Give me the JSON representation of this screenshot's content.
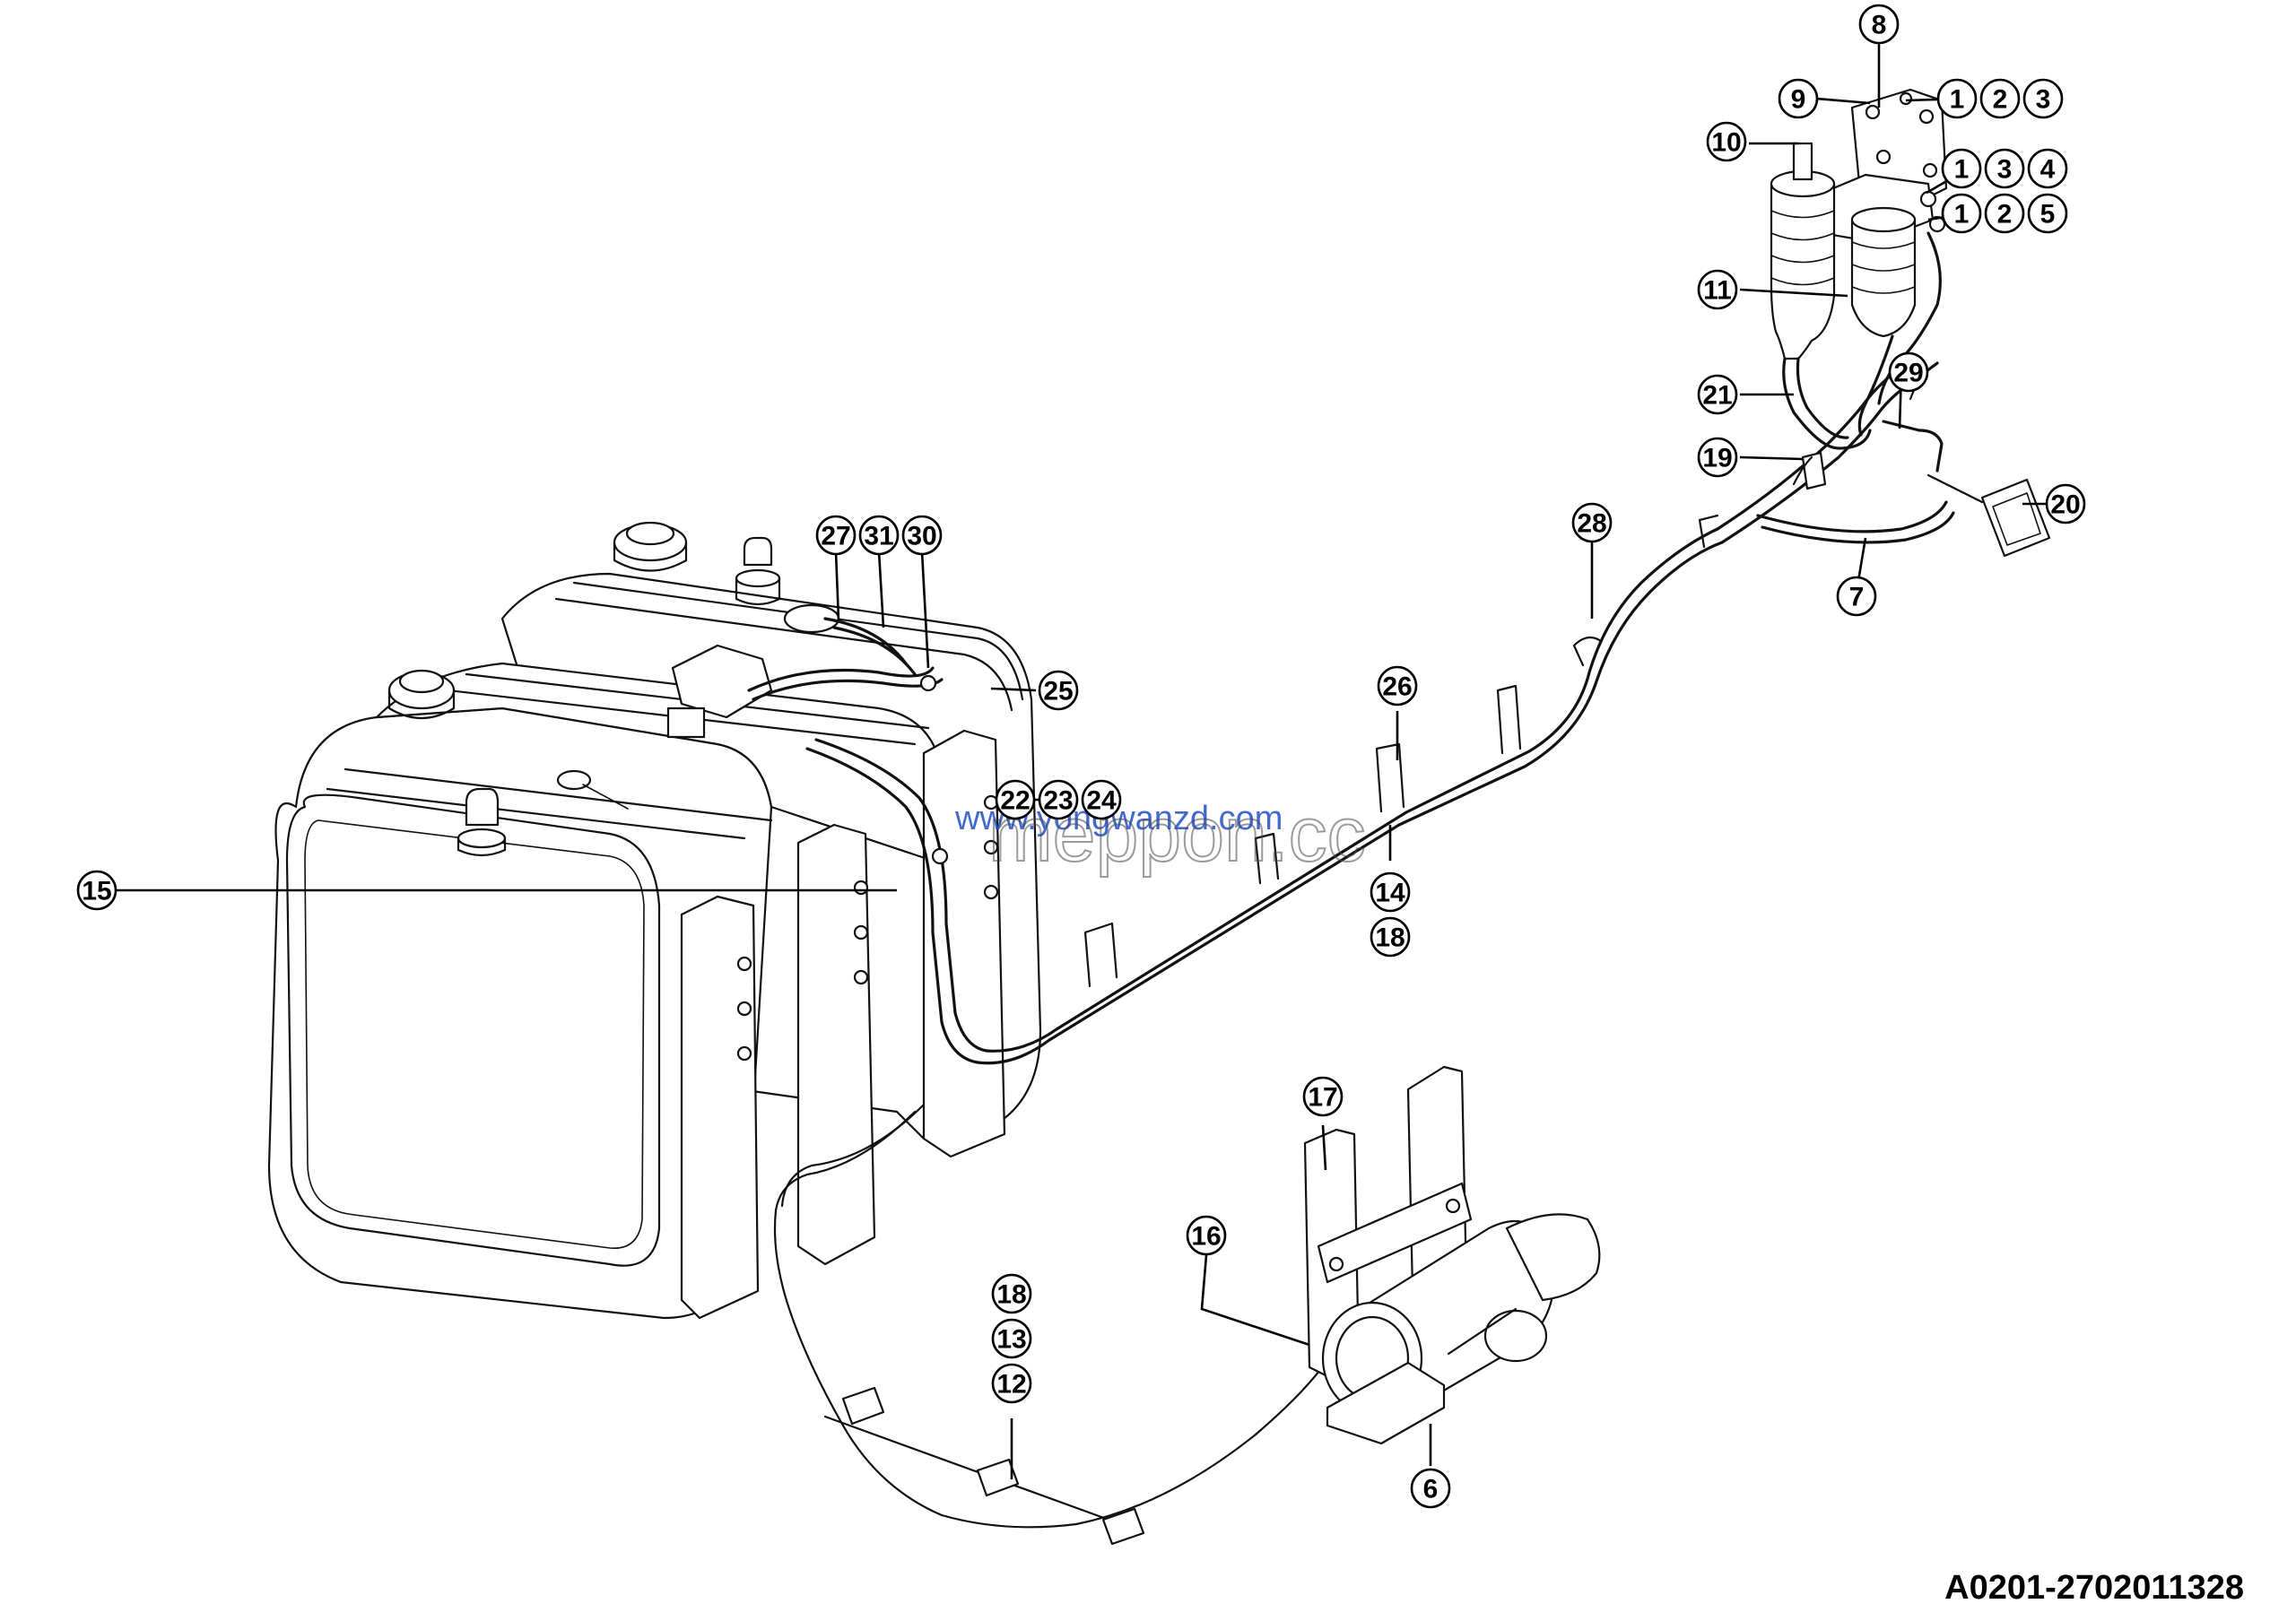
{
  "drawing_id": "A0201-2702011328",
  "watermarks": [
    "www.yongwanzd.com",
    "meppon.cc"
  ],
  "callouts": [
    {
      "id": "c8",
      "labels": [
        "8"
      ]
    },
    {
      "id": "c9",
      "labels": [
        "9"
      ]
    },
    {
      "id": "c10",
      "labels": [
        "10"
      ]
    },
    {
      "id": "c123",
      "labels": [
        "1",
        "2",
        "3"
      ]
    },
    {
      "id": "c134",
      "labels": [
        "1",
        "3",
        "4"
      ]
    },
    {
      "id": "c125",
      "labels": [
        "1",
        "2",
        "5"
      ]
    },
    {
      "id": "c11",
      "labels": [
        "11"
      ]
    },
    {
      "id": "c21",
      "labels": [
        "21"
      ]
    },
    {
      "id": "c29",
      "labels": [
        "29"
      ]
    },
    {
      "id": "c19",
      "labels": [
        "19"
      ]
    },
    {
      "id": "c20",
      "labels": [
        "20"
      ]
    },
    {
      "id": "c28",
      "labels": [
        "28"
      ]
    },
    {
      "id": "c7",
      "labels": [
        "7"
      ]
    },
    {
      "id": "c27",
      "labels": [
        "27"
      ]
    },
    {
      "id": "c31",
      "labels": [
        "31"
      ]
    },
    {
      "id": "c30",
      "labels": [
        "30"
      ]
    },
    {
      "id": "c25",
      "labels": [
        "25"
      ]
    },
    {
      "id": "c26",
      "labels": [
        "26"
      ]
    },
    {
      "id": "c222324",
      "labels": [
        "22",
        "23",
        "24"
      ]
    },
    {
      "id": "c15",
      "labels": [
        "15"
      ]
    },
    {
      "id": "c14",
      "labels": [
        "14"
      ]
    },
    {
      "id": "c18a",
      "labels": [
        "18"
      ]
    },
    {
      "id": "c17",
      "labels": [
        "17"
      ]
    },
    {
      "id": "c16",
      "labels": [
        "16"
      ]
    },
    {
      "id": "c18b",
      "labels": [
        "18"
      ]
    },
    {
      "id": "c13",
      "labels": [
        "13"
      ]
    },
    {
      "id": "c12",
      "labels": [
        "12"
      ]
    },
    {
      "id": "c6",
      "labels": [
        "6"
      ]
    }
  ]
}
